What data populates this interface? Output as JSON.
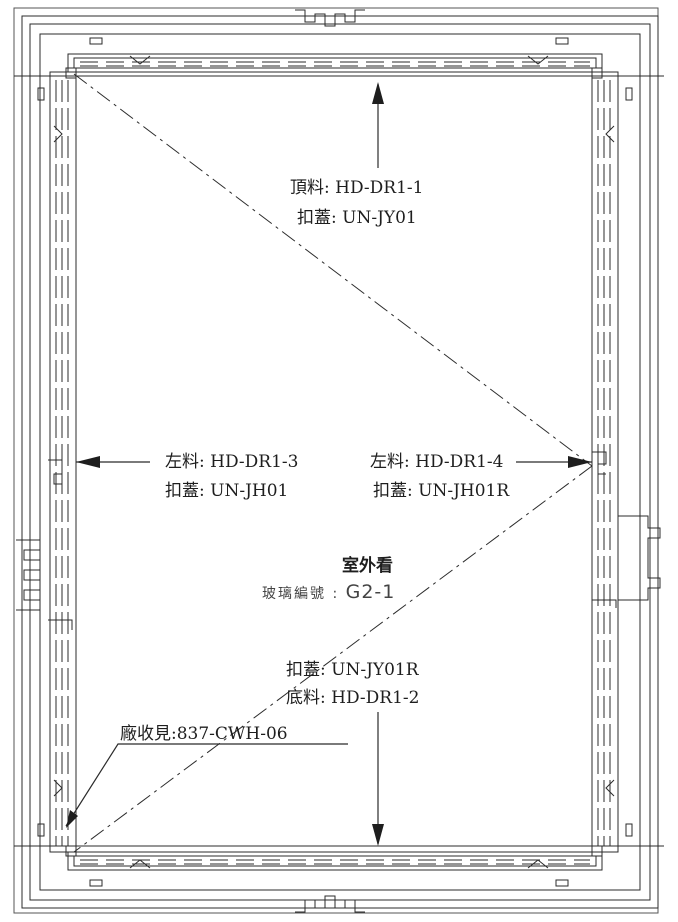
{
  "labels": {
    "top_material": "頂料: HD-DR1-1",
    "top_cover": "扣蓋: UN-JY01",
    "left_material": "左料: HD-DR1-3",
    "left_cover": "扣蓋: UN-JH01",
    "right_material": "左料: HD-DR1-4",
    "right_cover": "扣蓋: UN-JH01R",
    "view_label": "室外看",
    "glass_prefix": "玻璃編號 :",
    "glass_code": "G2-1",
    "bottom_cover": "扣蓋: UN-JY01R",
    "bottom_material": "底料: HD-DR1-2",
    "factory_ref": "廠收見:837-CWH-06"
  },
  "colors": {
    "line": "#2b2b2b",
    "faint": "#8a8a8a",
    "text": "#1e1e1e"
  }
}
